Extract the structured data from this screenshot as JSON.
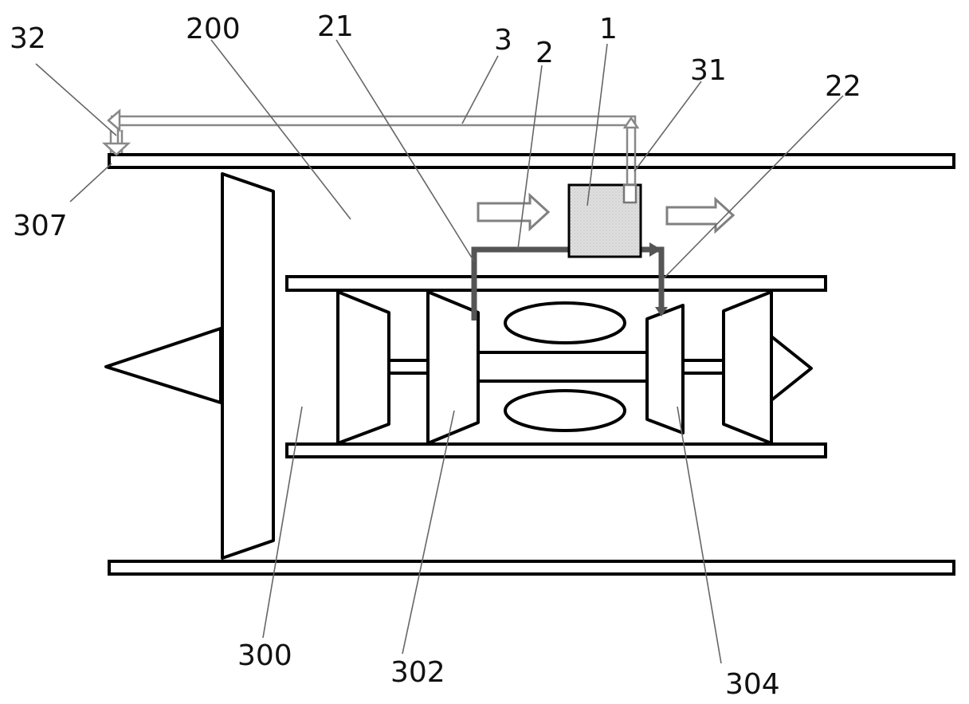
{
  "labels": {
    "l32": "32",
    "l200": "200",
    "l21": "21",
    "l3": "3",
    "l2": "2",
    "l1": "1",
    "l31": "31",
    "l22": "22",
    "l307": "307",
    "l300": "300",
    "l302": "302",
    "l304": "304"
  },
  "colors": {
    "line": "#000000",
    "duct": "#555555",
    "pipe": "#888888",
    "unit_fill": "#e0e0e0"
  }
}
